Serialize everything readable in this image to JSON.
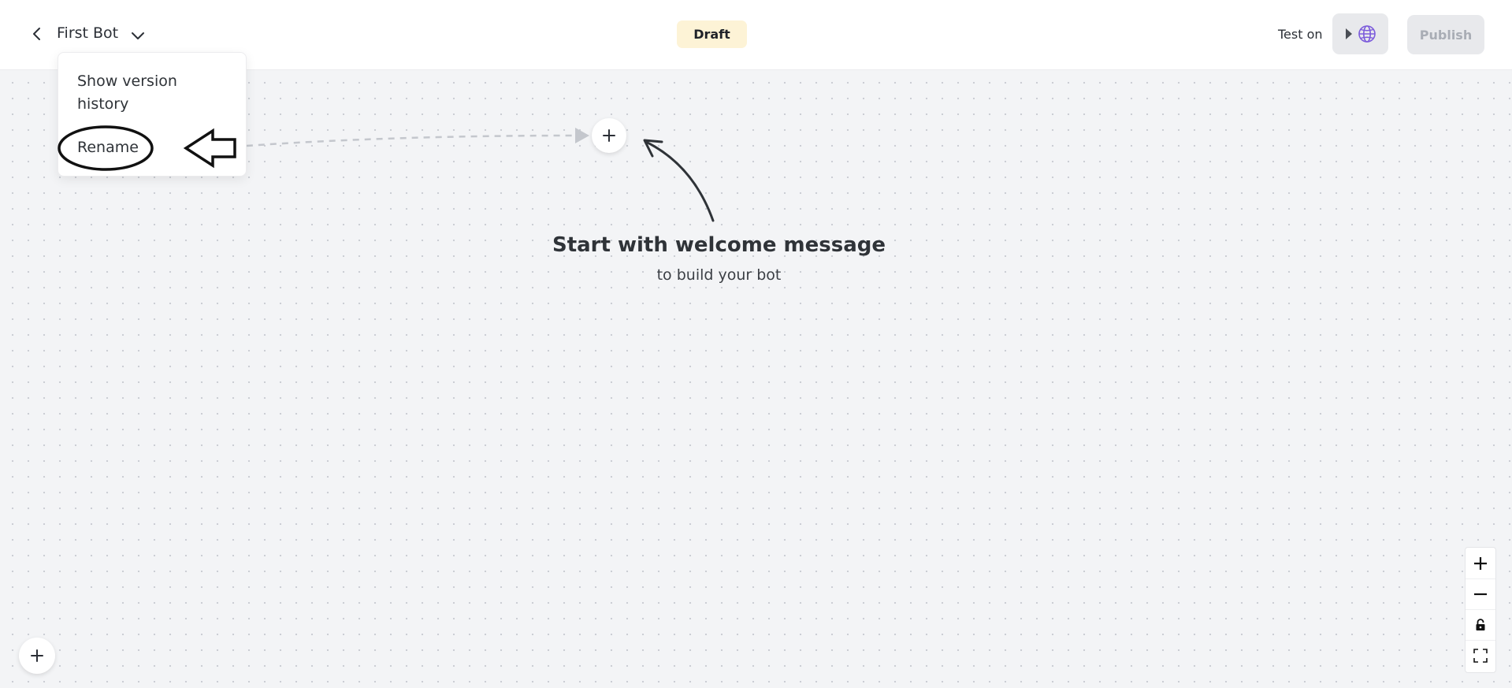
{
  "header": {
    "back_icon": "chevron-left-icon",
    "bot_name": "First Bot",
    "dropdown_icon": "chevron-down-icon",
    "status_badge": "Draft",
    "test_on_label": "Test on",
    "test_icons": [
      "play-icon",
      "globe-icon"
    ],
    "publish_label": "Publish"
  },
  "menu": {
    "items": [
      {
        "label": "Show version history"
      },
      {
        "label": "Rename"
      }
    ]
  },
  "canvas": {
    "add_node_icon": "plus-icon",
    "hint_title": "Start with welcome message",
    "hint_subtitle": "to build your bot"
  },
  "zoom_controls": {
    "icons": [
      "zoom-in-icon",
      "zoom-out-icon",
      "lock-icon",
      "fit-view-icon"
    ]
  },
  "bottom": {
    "add_icon": "plus-icon"
  },
  "colors": {
    "canvas_bg": "#f3f4f6",
    "draft_badge_bg": "#fdf3d6",
    "globe_accent": "#7c5cdb",
    "disabled_text": "#a9adb5"
  }
}
